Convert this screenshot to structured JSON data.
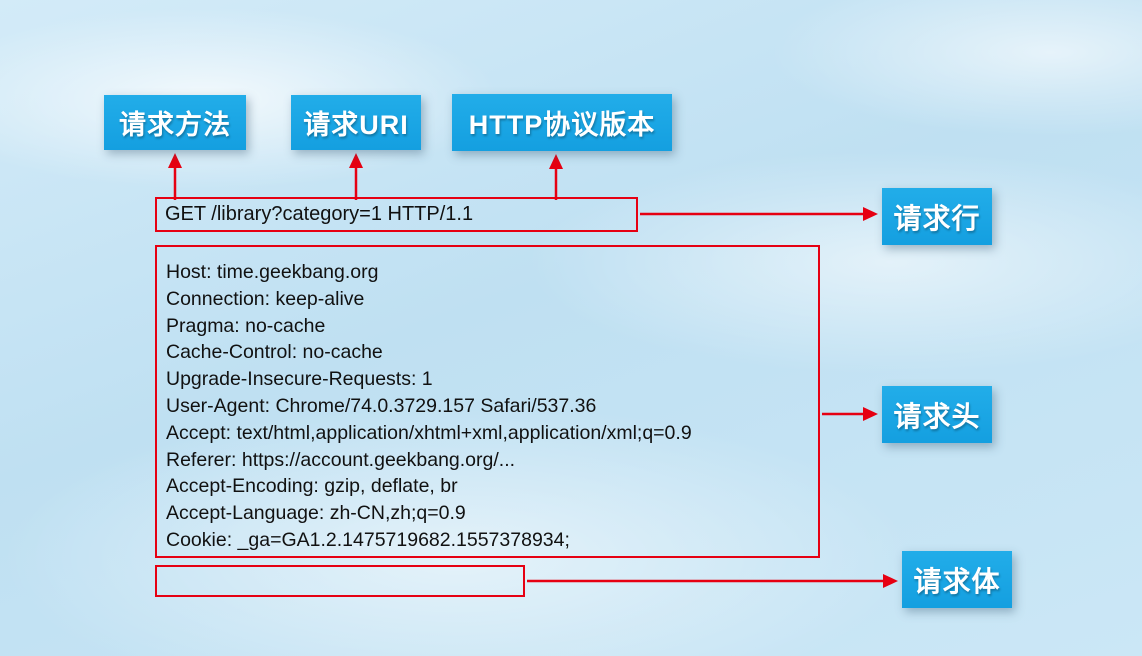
{
  "diagram_title": "HTTP request message structure",
  "top_labels": {
    "request_method": "请求方法",
    "request_uri": "请求URI",
    "http_version": "HTTP协议版本"
  },
  "side_labels": {
    "request_line": "请求行",
    "request_headers": "请求头",
    "request_body": "请求体"
  },
  "request": {
    "line": "GET /library?category=1 HTTP/1.1"
  },
  "headers": [
    "Host: time.geekbang.org",
    "Connection: keep-alive",
    "Pragma: no-cache",
    "Cache-Control: no-cache",
    "Upgrade-Insecure-Requests: 1",
    "User-Agent: Chrome/74.0.3729.157 Safari/537.36",
    "Accept: text/html,application/xhtml+xml,application/xml;q=0.9",
    "Referer: https://account.geekbang.org/...",
    "Accept-Encoding: gzip, deflate, br",
    "Accept-Language: zh-CN,zh;q=0.9",
    "Cookie: _ga=GA1.2.1475719682.1557378934;"
  ],
  "colors": {
    "label_blue": "#18a6e5",
    "arrow_red": "#e60012",
    "background_blue": "#c7e4f4",
    "text_black": "#111111",
    "label_text_white": "#ffffff"
  }
}
